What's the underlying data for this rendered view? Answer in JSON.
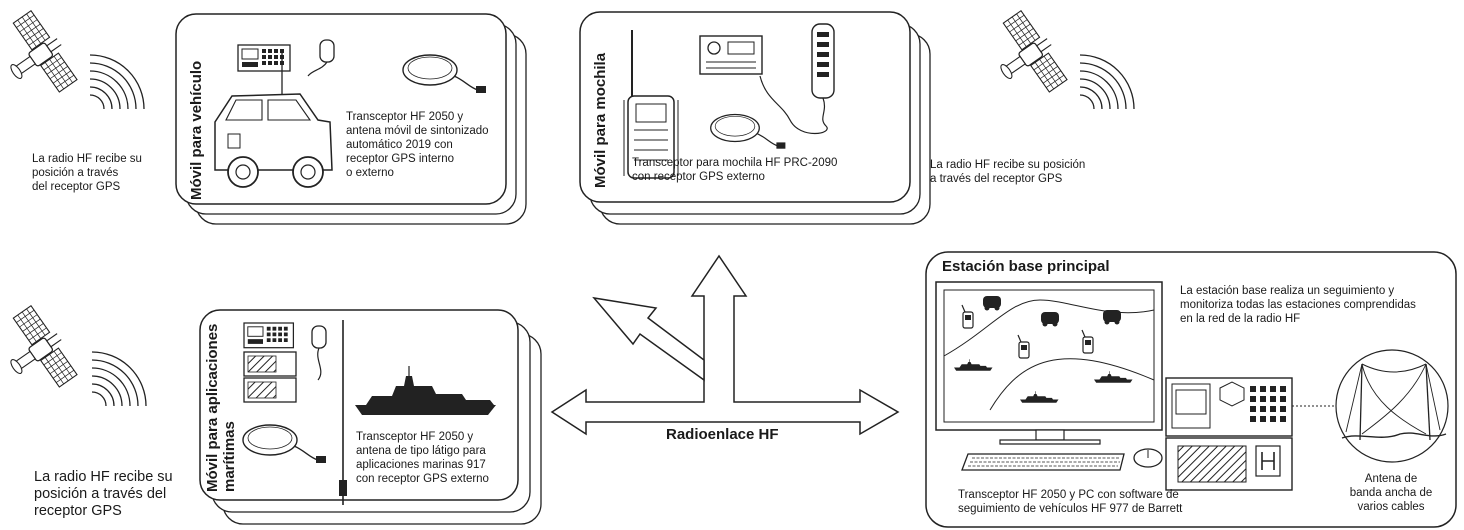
{
  "gps_captions": {
    "top_left": "La radio HF recibe su\nposición a través\ndel receptor GPS",
    "top_right": "La radio HF recibe su posición\na través del receptor GPS",
    "bottom_left": "La radio HF recibe su\nposición a través del\nreceptor GPS"
  },
  "vehicle": {
    "label": "Móvil para vehículo",
    "description": "Transceptor HF 2050 y\nantena móvil de sintonizado\nautomático 2019 con\nreceptor GPS interno\no externo"
  },
  "backpack": {
    "label": "Móvil para mochila",
    "description": "Transceptor para mochila HF PRC-2090\ncon receptor GPS externo"
  },
  "maritime": {
    "label": "Móvil para aplicaciones\nmarítimas",
    "description": "Transceptor HF 2050 y\nantena de tipo látigo para\naplicaciones marinas 917\ncon receptor GPS externo"
  },
  "base": {
    "title": "Estación base principal",
    "monitor_text": "La estación base realiza un seguimiento y\nmonitoriza todas las estaciones comprendidas\nen la red de la radio HF",
    "equipment_text": "Transceptor HF 2050 y PC con software de\nseguimiento de vehículos HF 977 de Barrett",
    "antenna_text": "Antena de\nbanda ancha de\nvarios cables"
  },
  "link_label": "Radioenlace HF"
}
